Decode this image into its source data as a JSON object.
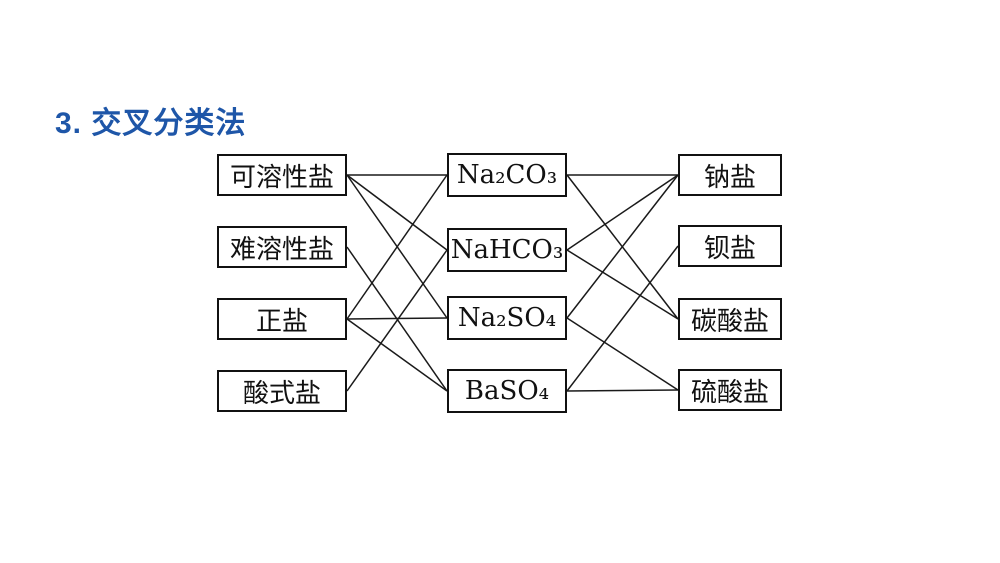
{
  "title": "3. 交叉分类法",
  "colors": {
    "title_blue": "#1e56a8",
    "line_color": "#1a1a1a",
    "box_border": "#111111",
    "background": "#ffffff"
  },
  "diagram": {
    "description_type": "cross-classification linking diagram, 3 columns of boxes joined by straight lines",
    "columns": [
      {
        "name": "solubility-and-salt-type-categories",
        "nodes": [
          {
            "id": "kerongxingyan",
            "label": "可溶性盐"
          },
          {
            "id": "nanrongxingyan",
            "label": "难溶性盐"
          },
          {
            "id": "zhengyan",
            "label": "正盐"
          },
          {
            "id": "suanshiyan",
            "label": "酸式盐"
          }
        ]
      },
      {
        "name": "compounds",
        "nodes": [
          {
            "id": "na2co3",
            "label": "Na₂CO₃"
          },
          {
            "id": "nahco3",
            "label": "NaHCO₃"
          },
          {
            "id": "na2so4",
            "label": "Na₂SO₄"
          },
          {
            "id": "baso4",
            "label": "BaSO₄"
          }
        ]
      },
      {
        "name": "cation-and-anion-categories",
        "nodes": [
          {
            "id": "nayan",
            "label": "钠盐"
          },
          {
            "id": "beiyan",
            "label": "钡盐"
          },
          {
            "id": "tansuanyan",
            "label": "碳酸盐"
          },
          {
            "id": "liusuanyan",
            "label": "硫酸盐"
          }
        ]
      }
    ],
    "edges": [
      {
        "from": "kerongxingyan",
        "to": "na2co3"
      },
      {
        "from": "kerongxingyan",
        "to": "nahco3"
      },
      {
        "from": "kerongxingyan",
        "to": "na2so4"
      },
      {
        "from": "nanrongxingyan",
        "to": "baso4"
      },
      {
        "from": "zhengyan",
        "to": "na2co3"
      },
      {
        "from": "zhengyan",
        "to": "na2so4"
      },
      {
        "from": "zhengyan",
        "to": "baso4"
      },
      {
        "from": "suanshiyan",
        "to": "nahco3"
      },
      {
        "from": "na2co3",
        "to": "nayan"
      },
      {
        "from": "na2co3",
        "to": "tansuanyan"
      },
      {
        "from": "nahco3",
        "to": "nayan"
      },
      {
        "from": "nahco3",
        "to": "tansuanyan"
      },
      {
        "from": "na2so4",
        "to": "nayan"
      },
      {
        "from": "na2so4",
        "to": "liusuanyan"
      },
      {
        "from": "baso4",
        "to": "beiyan"
      },
      {
        "from": "baso4",
        "to": "liusuanyan"
      }
    ]
  }
}
